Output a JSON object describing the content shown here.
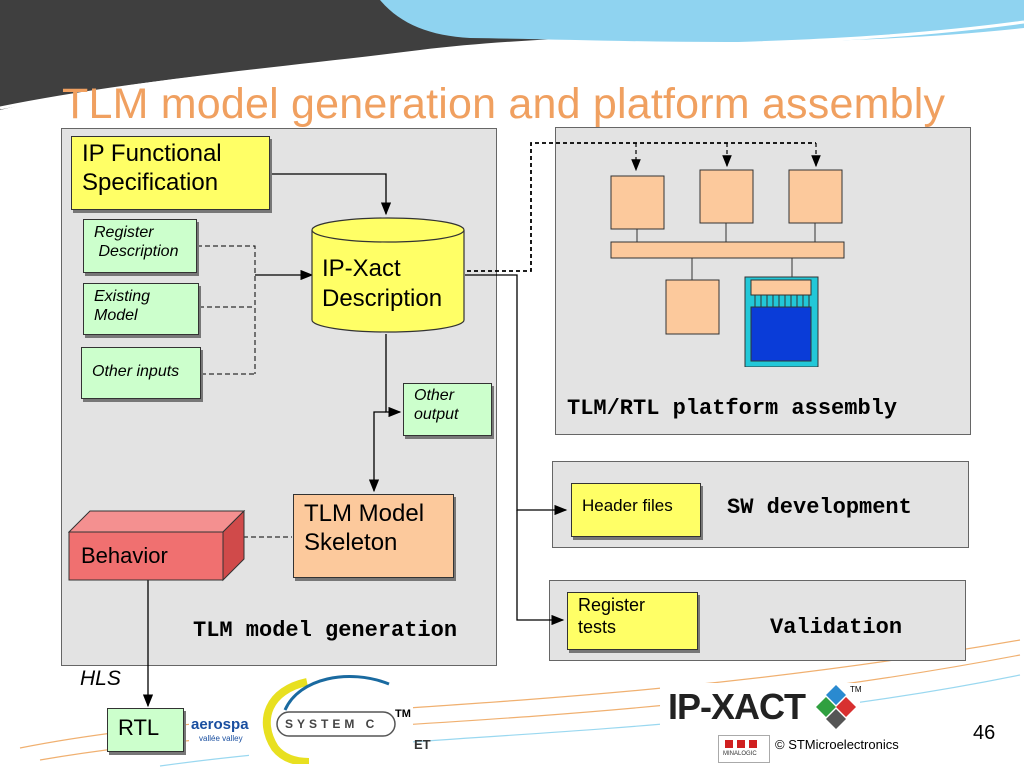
{
  "title": "TLM model generation and platform assembly",
  "left_panel": {
    "caption": "TLM model generation",
    "ip_functional_spec": "IP Functional\nSpecification",
    "register_description": "Register\n Description",
    "existing_model": "Existing\nModel",
    "other_inputs": "Other inputs",
    "ip_xact_description": "IP-Xact\nDescription",
    "other_output": "Other\noutput",
    "tlm_model_skeleton": "TLM Model\nSkeleton",
    "behavior": "Behavior"
  },
  "platform_panel": {
    "caption": "TLM/RTL platform assembly"
  },
  "sw_panel": {
    "caption": "SW development",
    "header_files": "Header files"
  },
  "validation_panel": {
    "caption": "Validation",
    "register_tests": "Register\ntests"
  },
  "hls_label": "HLS",
  "rtl_label": "RTL",
  "logos": {
    "aerospace": "aerospac",
    "aerospace_sub": "vallée valley",
    "systemc": "SYSTEM C",
    "systemc_tm": "TM",
    "et": "ET",
    "ipxact": "IP-XACT",
    "ipxact_tm": "TM",
    "minalogic": "MINALOGIC"
  },
  "copyright": "© STMicroelectronics",
  "page_number": "46",
  "colors": {
    "title": "#f0a060",
    "panel": "#e3e3e3",
    "yellow_note": "#ffff66",
    "green_note": "#ccffcc",
    "peach_note": "#fcc99c",
    "behavior": "#f07070",
    "blue_block": "#0a3cd8",
    "cyan_frame": "#22c8d8"
  }
}
